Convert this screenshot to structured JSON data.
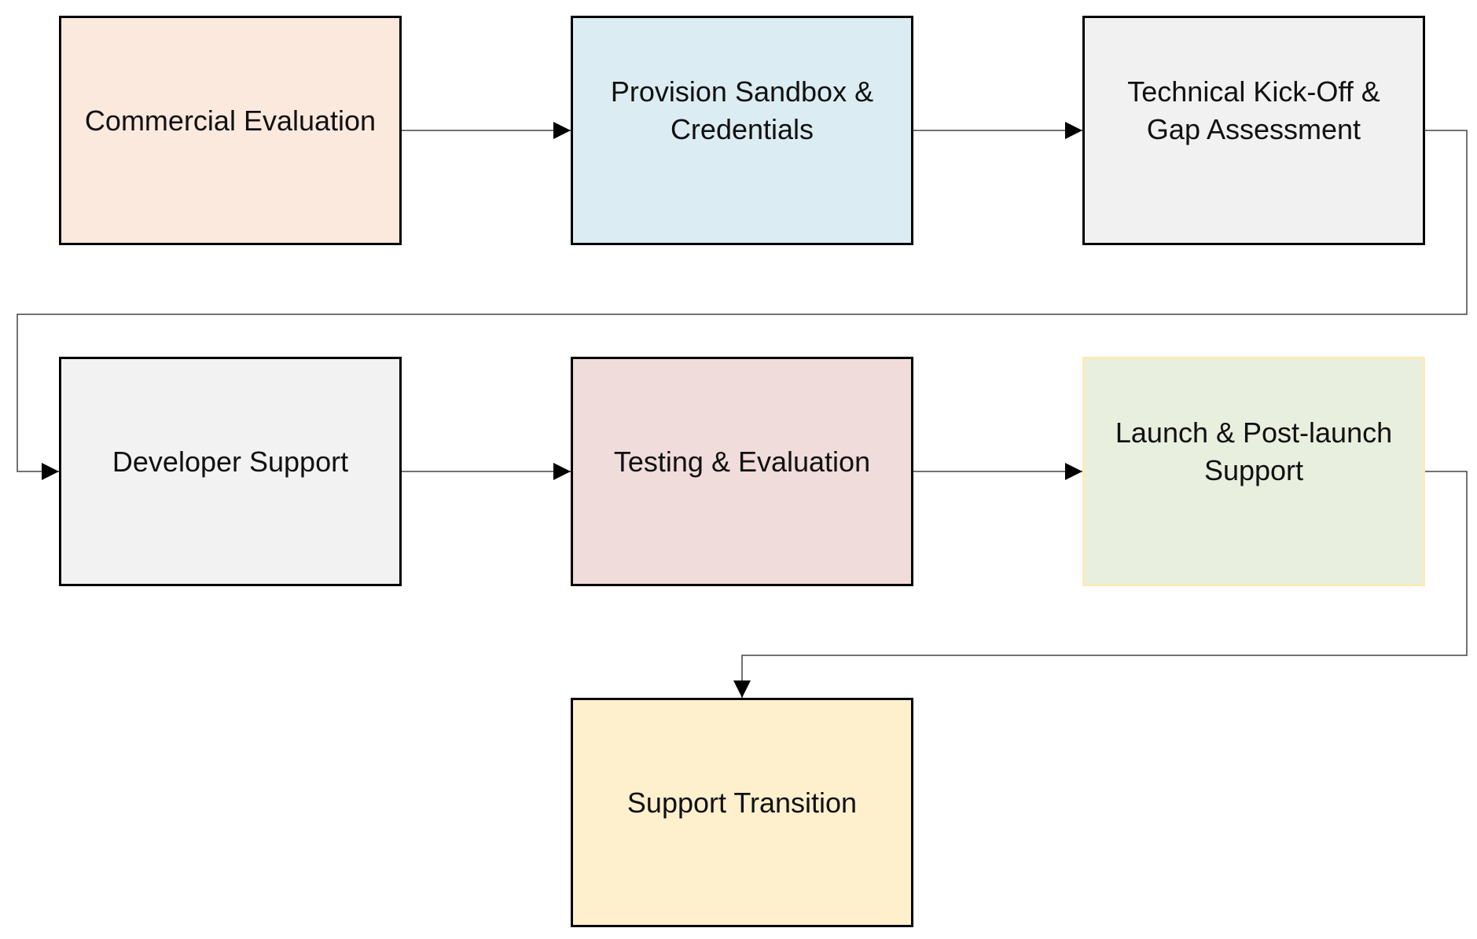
{
  "steps": [
    {
      "label": "Commercial Evaluation",
      "fill": "#fbe9dd"
    },
    {
      "label": "Provision Sandbox &\nCredentials",
      "fill": "#dbedf3"
    },
    {
      "label": "Technical Kick-Off &\nGap Assessment",
      "fill": "#f1f1f1"
    },
    {
      "label": "Developer Support",
      "fill": "#f2f2f2"
    },
    {
      "label": "Testing & Evaluation",
      "fill": "#efdcdb"
    },
    {
      "label": "Launch & Post-launch\nSupport",
      "fill": "#e9efdf"
    },
    {
      "label": "Support Transition",
      "fill": "#fff0cd"
    }
  ],
  "colors": {
    "connector": "#444444",
    "arrowhead": "#000000",
    "box_border": "#000000",
    "launch_box_border": "#ffe9b8"
  }
}
